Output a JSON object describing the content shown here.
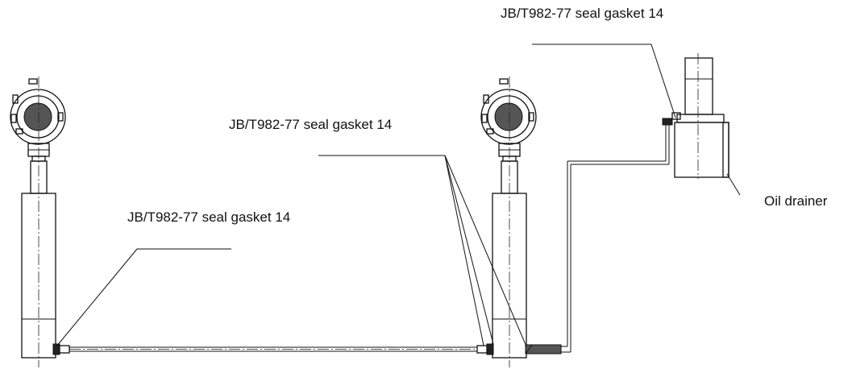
{
  "labels": {
    "gasket_top": "JB/T982-77 seal gasket 14",
    "gasket_middle": "JB/T982-77 seal gasket 14",
    "gasket_left": "JB/T982-77 seal gasket 14",
    "oil_drainer": "Oil drainer"
  }
}
